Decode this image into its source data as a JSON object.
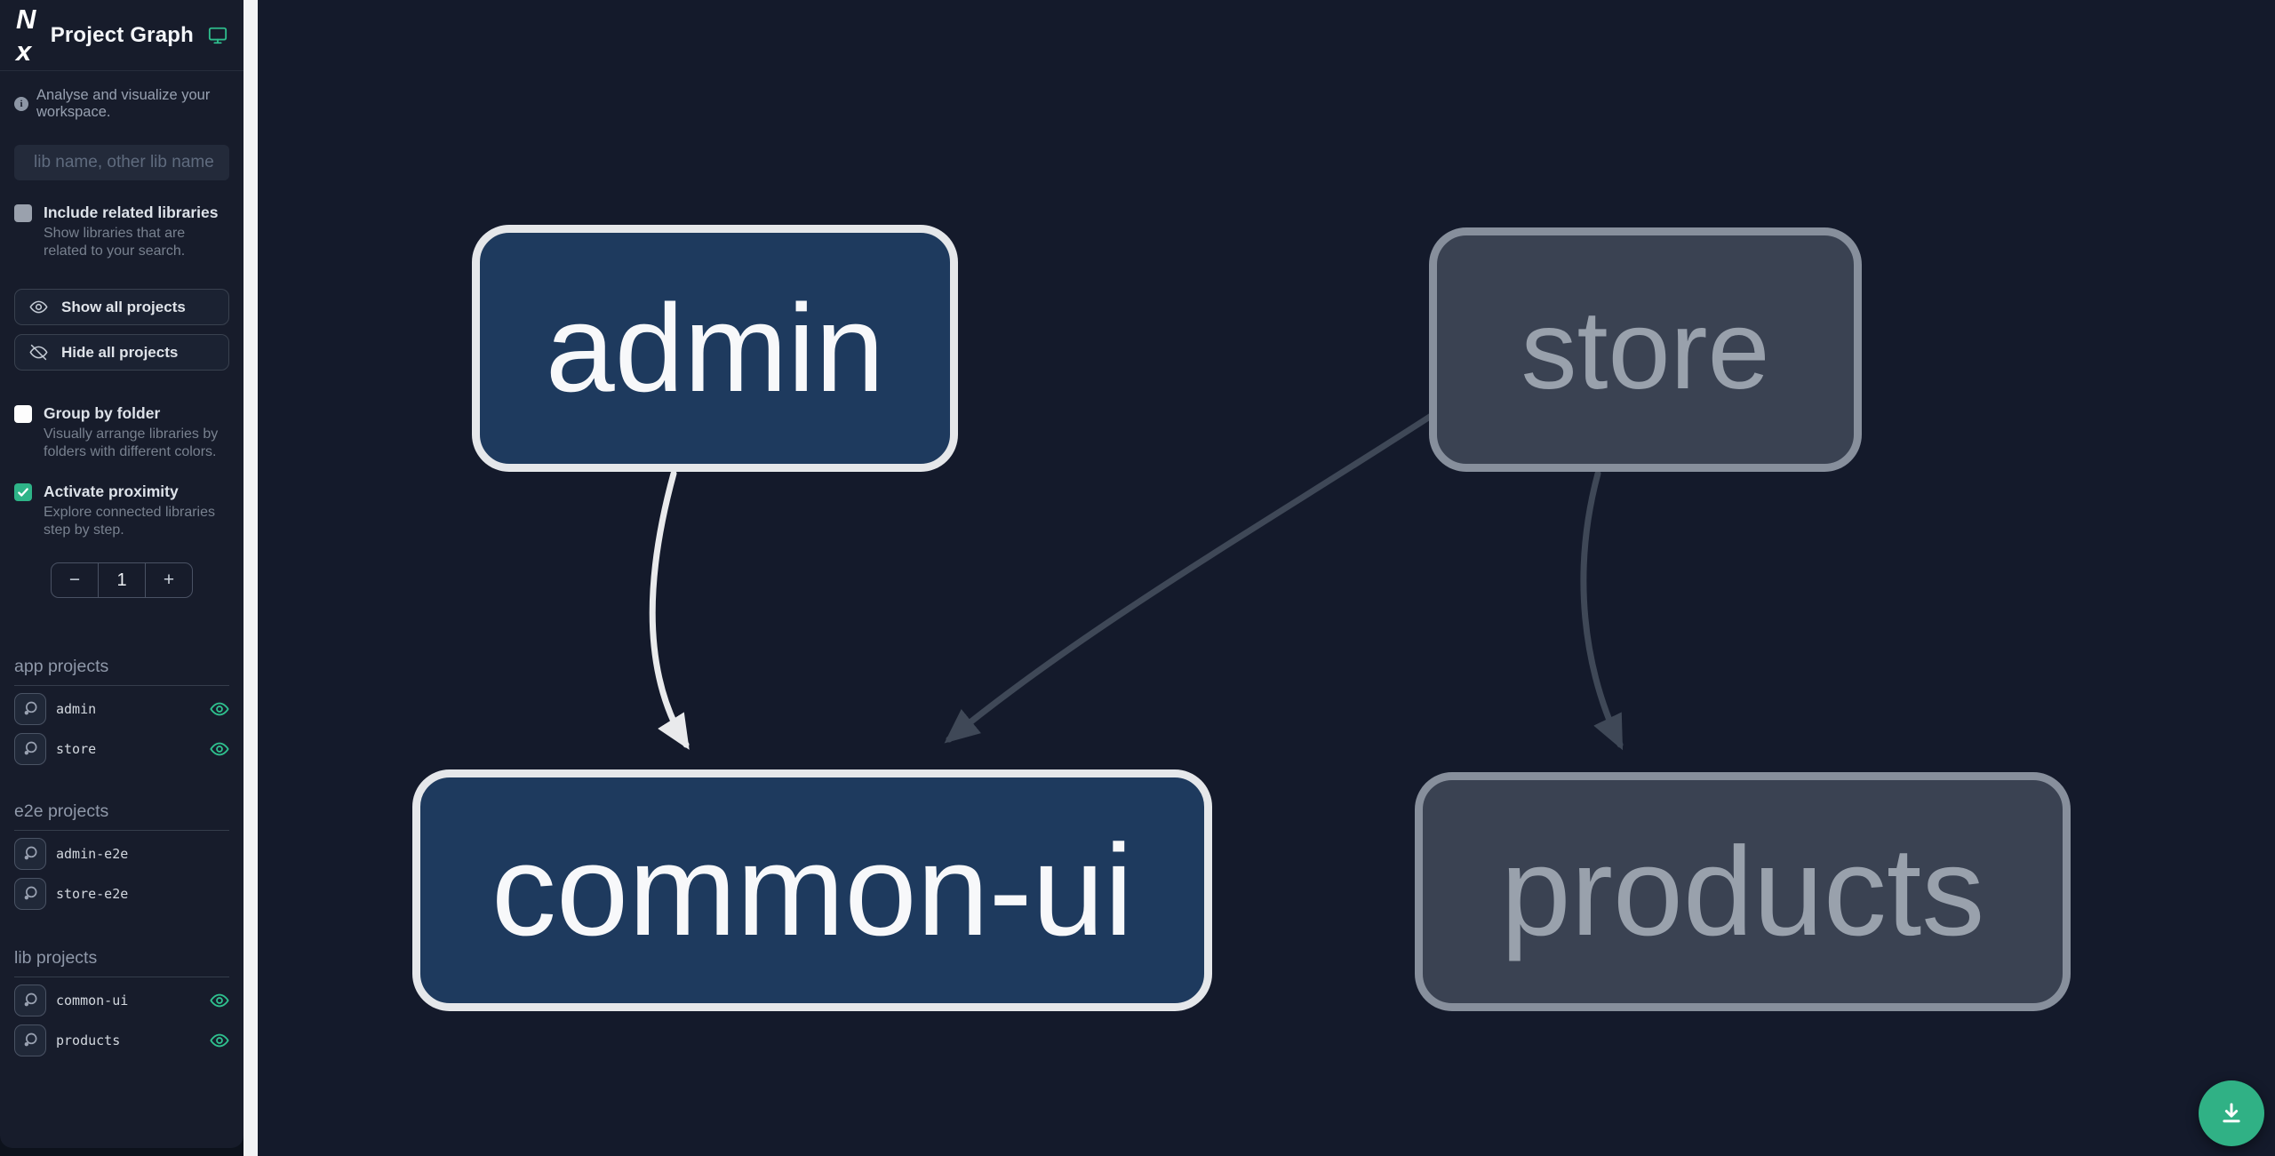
{
  "app": {
    "title": "Project Graph"
  },
  "intro": "Analyse and visualize your workspace.",
  "search": {
    "placeholder": "lib name, other lib name"
  },
  "toggles": {
    "include_related": {
      "label": "Include related libraries",
      "desc": "Show libraries that are related to your search.",
      "checked": false
    },
    "group_by_folder": {
      "label": "Group by folder",
      "desc": "Visually arrange libraries by folders with different colors.",
      "checked": false
    },
    "activate_proximity": {
      "label": "Activate proximity",
      "desc": "Explore connected libraries step by step.",
      "checked": true
    }
  },
  "actions": {
    "show_all": "Show all projects",
    "hide_all": "Hide all projects"
  },
  "proximity": {
    "decrement": "−",
    "value": "1",
    "increment": "+"
  },
  "sections": {
    "app": {
      "title": "app projects",
      "items": [
        {
          "name": "admin",
          "visible": true
        },
        {
          "name": "store",
          "visible": true
        }
      ]
    },
    "e2e": {
      "title": "e2e projects",
      "items": [
        {
          "name": "admin-e2e"
        },
        {
          "name": "store-e2e"
        }
      ]
    },
    "lib": {
      "title": "lib projects",
      "items": [
        {
          "name": "common-ui",
          "visible": true
        },
        {
          "name": "products",
          "visible": true
        }
      ]
    }
  },
  "graph": {
    "nodes": [
      {
        "id": "admin",
        "label": "admin",
        "state": "highlighted"
      },
      {
        "id": "store",
        "label": "store",
        "state": "muted"
      },
      {
        "id": "common-ui",
        "label": "common-ui",
        "state": "highlighted"
      },
      {
        "id": "products",
        "label": "products",
        "state": "muted"
      }
    ],
    "edges": [
      {
        "source": "admin",
        "target": "common-ui",
        "style": "highlighted"
      },
      {
        "source": "store",
        "target": "common-ui",
        "style": "muted"
      },
      {
        "source": "store",
        "target": "products",
        "style": "muted"
      }
    ]
  },
  "colors": {
    "accent_teal": "#2ebd8c",
    "node_highlight_fill": "#1e3a5e",
    "node_highlight_border": "#e5e7ea",
    "node_muted_fill": "#3a4252",
    "node_muted_border": "#878f9c",
    "edge_highlight": "#e9eaec",
    "edge_muted": "#3f4857",
    "canvas_bg": "#141a2b",
    "sidebar_bg": "#171c2b"
  },
  "fab": {
    "icon": "download-icon"
  }
}
